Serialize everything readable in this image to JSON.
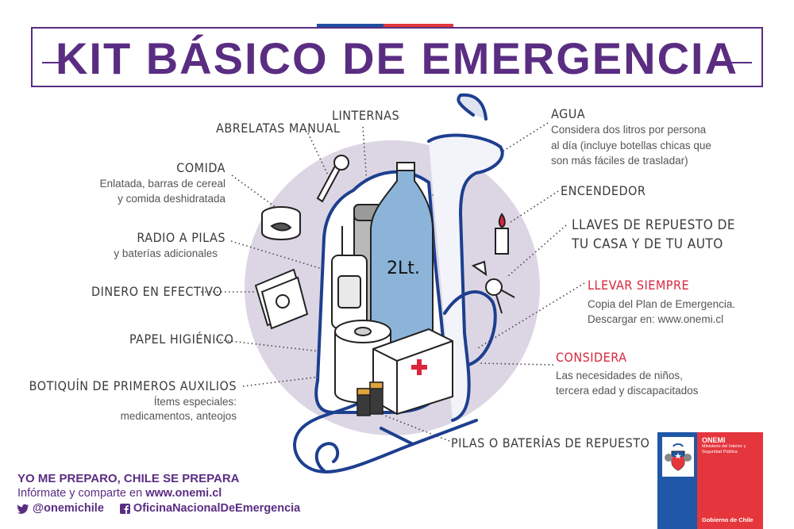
{
  "header": {
    "title": "KIT BÁSICO DE EMERGENCIA"
  },
  "items": {
    "abrelatas": {
      "label": "ABRELATAS MANUAL"
    },
    "linternas": {
      "label": "LINTERNAS"
    },
    "comida": {
      "label": "COMIDA",
      "desc1": "Enlatada, barras de cereal",
      "desc2": "y comida deshidratada"
    },
    "radio": {
      "label": "RADIO A PILAS",
      "desc1": "y baterías adicionales"
    },
    "dinero": {
      "label": "DINERO EN EFECTIVO"
    },
    "papel": {
      "label": "PAPEL HIGIÉNICO"
    },
    "botiquin": {
      "label": "BOTIQUÍN DE PRIMEROS AUXILIOS",
      "desc1": "Ítems especiales:",
      "desc2": "medicamentos, anteojos"
    },
    "pilas": {
      "label": "PILAS O BATERÍAS DE REPUESTO"
    },
    "agua": {
      "label": "AGUA",
      "desc1": "Considera dos litros por persona",
      "desc2": "al día (incluye botellas chicas que",
      "desc3": "son más fáciles de trasladar)"
    },
    "encendedor": {
      "label": "ENCENDEDOR"
    },
    "llaves": {
      "label1": "LLAVES DE REPUESTO DE",
      "label2": "TU CASA Y DE TU AUTO"
    },
    "llevar": {
      "label": "LLEVAR SIEMPRE",
      "desc1": "Copia del Plan de Emergencia.",
      "desc2": "Descargar en: www.onemi.cl"
    },
    "considera": {
      "label": "CONSIDERA",
      "desc1": "Las necesidades de niños,",
      "desc2": "tercera edad y discapacitados"
    }
  },
  "bottle_label": "2Lt.",
  "footer": {
    "slogan": "YO ME PREPARO, CHILE SE PREPARA",
    "info_prefix": "Infórmate y comparte en ",
    "info_url": "www.onemi.cl",
    "twitter": "@onemichile",
    "facebook": "OficinaNacionalDeEmergencia"
  },
  "logo": {
    "org": "ONEMI",
    "ministry": "Ministerio del Interior y Seguridad Pública",
    "gov": "Gobierno de Chile"
  },
  "colors": {
    "brand_purple": "#5a2d82",
    "flag_blue": "#1f4fa0",
    "flag_red": "#e0363a",
    "backpack_blue": "#1d3f8f",
    "accent_red": "#d9263d",
    "circle_lavender": "#dcd6e4"
  }
}
